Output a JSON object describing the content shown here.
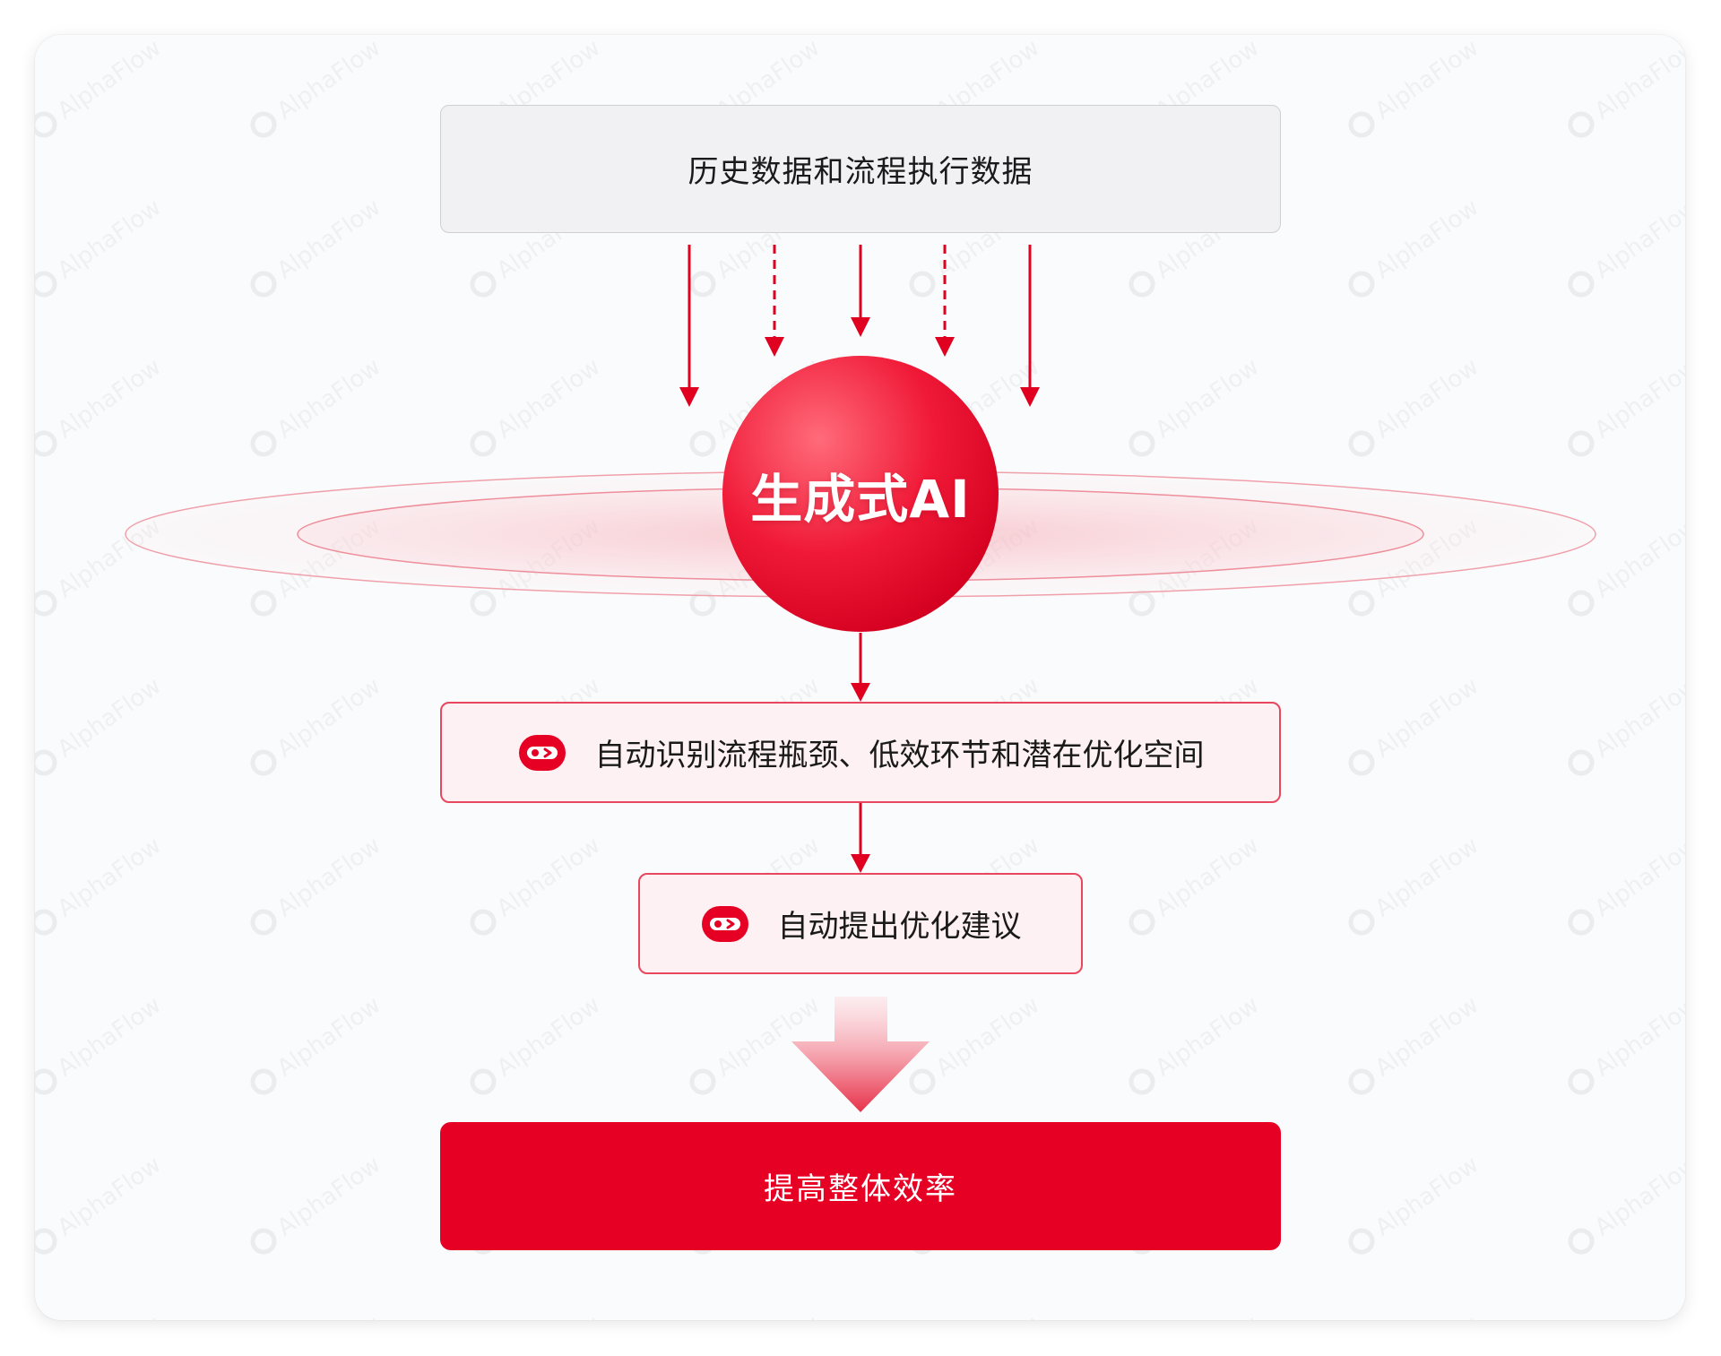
{
  "watermark": {
    "text": "AlphaFlow"
  },
  "diagram": {
    "source": {
      "label": "历史数据和流程执行数据"
    },
    "core": {
      "label": "生成式AI"
    },
    "steps": [
      {
        "label": "自动识别流程瓶颈、低效环节和潜在优化空间",
        "icon": "robot-icon"
      },
      {
        "label": "自动提出优化建议",
        "icon": "robot-icon"
      }
    ],
    "result": {
      "label": "提高整体效率"
    }
  },
  "colors": {
    "accent": "#e60024",
    "step_fill": "#fdf1f3",
    "step_border": "#e8475e",
    "source_fill": "#f1f1f3",
    "card_background": "#fafbfc"
  }
}
